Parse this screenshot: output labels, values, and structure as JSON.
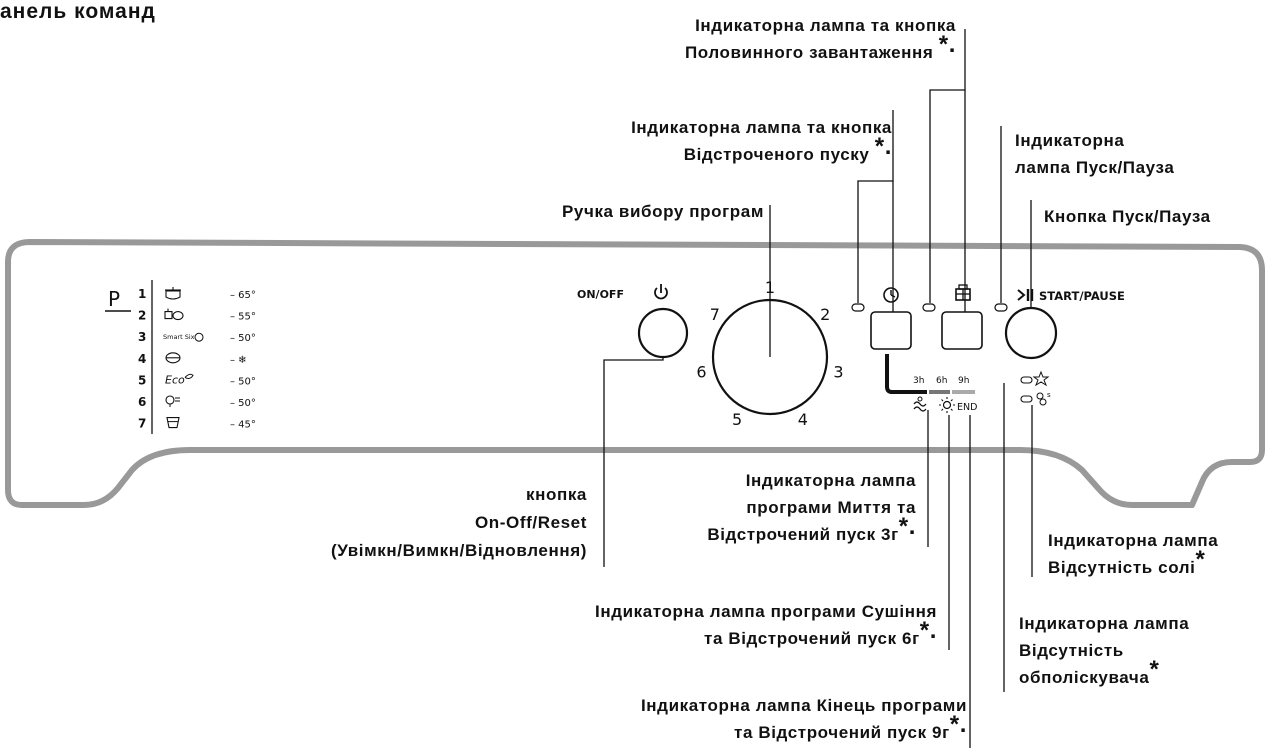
{
  "title": "анель команд",
  "program_letter": "P",
  "programs": [
    {
      "num": "1",
      "icon": "pot-icon",
      "temp": "65°"
    },
    {
      "num": "2",
      "icon": "pots-icon",
      "temp": "55°"
    },
    {
      "num": "3",
      "icon": "smart-six-icon",
      "icon_text": "Smart Six",
      "temp": "50°"
    },
    {
      "num": "4",
      "icon": "plate-icon",
      "temp": "❄"
    },
    {
      "num": "5",
      "icon": "eco-icon",
      "icon_text": "Eco",
      "temp": "50°"
    },
    {
      "num": "6",
      "icon": "glasses-icon",
      "temp": "50°"
    },
    {
      "num": "7",
      "icon": "cup-icon",
      "temp": "45°"
    }
  ],
  "panel": {
    "onoff_label": "ON/OFF",
    "start_label": "START/PAUSE",
    "dial_numbers": [
      "1",
      "2",
      "3",
      "4",
      "5",
      "6",
      "7"
    ],
    "delay_marks": [
      "3h",
      "6h",
      "9h"
    ],
    "end_label": "END"
  },
  "labels": {
    "half_load": {
      "lines": [
        "Індикаторна лампа та кнопка",
        "Половинного завантаження"
      ],
      "star": "*."
    },
    "delay_start": {
      "lines": [
        "Індикаторна лампа та кнопка",
        "Відстроченого пуску"
      ],
      "star": "*."
    },
    "start_pause_lamp": {
      "lines": [
        "Індикаторна",
        "лампа Пуск/Пауза"
      ]
    },
    "program_knob": {
      "lines": [
        "Ручка вибору програм"
      ]
    },
    "start_pause_button": {
      "lines": [
        "Кнопка Пуск/Пауза"
      ]
    },
    "onoff_button": {
      "lines": [
        "кнопка",
        "On-Off/Reset",
        "(Увімкн/Вимкн/Відновлення)"
      ]
    },
    "wash_lamp": {
      "lines": [
        "Індикаторна лампа",
        "програми Миття  та",
        "Відстрочений пуск 3г"
      ],
      "star": "*."
    },
    "salt_lamp": {
      "lines": [
        "Індикаторна лампа",
        "Відсутність солі"
      ],
      "star": "*"
    },
    "dry_lamp": {
      "lines": [
        "Індикаторна лампа програми Сушіння",
        "та Відстрочений пуск 6г"
      ],
      "star": "*."
    },
    "rinse_lamp": {
      "lines": [
        "Індикаторна лампа",
        "Відсутність",
        "обполіскувача"
      ],
      "star": "*"
    },
    "end_lamp": {
      "lines": [
        "Індикаторна лампа Кінець програми",
        "та Відстрочений пуск 9г"
      ],
      "star": "*."
    }
  }
}
